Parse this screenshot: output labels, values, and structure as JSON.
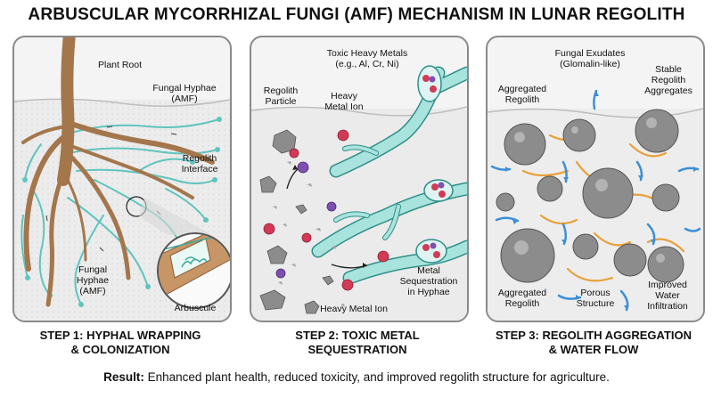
{
  "title": "ARBUSCULAR MYCORRHIZAL FUNGI (AMF) MECHANISM IN LUNAR REGOLITH",
  "panel1": {
    "plant_root": "Plant Root",
    "hyphae_top_1": "Fungal Hyphae",
    "hyphae_top_2": "(AMF)",
    "interface_1": "Regolith",
    "interface_2": "Interface",
    "hyphae_bottom_1": "Fungal",
    "hyphae_bottom_2": "Hyphae",
    "hyphae_bottom_3": "(AMF)",
    "arbuscule": "Arbuscule"
  },
  "panel2": {
    "toxic_1": "Toxic Heavy Metals",
    "toxic_2": "(e.g., Al, Cr, Ni)",
    "particle_1": "Regolith",
    "particle_2": "Particle",
    "ion_1": "Heavy",
    "ion_2": "Metal Ion",
    "seq_1": "Metal",
    "seq_2": "Sequestration",
    "seq_3": "in Hyphae",
    "ion_bottom": "Heavy Metal Ion"
  },
  "panel3": {
    "exudates_1": "Fungal Exudates",
    "exudates_2": "(Glomalin-like)",
    "stable_1": "Stable",
    "stable_2": "Regolith",
    "stable_3": "Aggregates",
    "agg_top_1": "Aggregated",
    "agg_top_2": "Regolith",
    "agg_bot_1": "Aggregated",
    "agg_bot_2": "Regolith",
    "porous_1": "Porous",
    "porous_2": "Structure",
    "water_1": "Improved",
    "water_2": "Water",
    "water_3": "Infiltration"
  },
  "steps": {
    "s1_line1": "STEP 1: HYPHAL WRAPPING",
    "s1_line2": "& COLONIZATION",
    "s2_line1": "STEP 2: TOXIC METAL",
    "s2_line2": "SEQUESTRATION",
    "s3_line1": "STEP 3: REGOLITH AGGREGATION",
    "s3_line2": "& WATER FLOW"
  },
  "result": {
    "label": "Result:",
    "text": "Enhanced plant health, reduced toxicity, and improved regolith structure for agriculture."
  },
  "colors": {
    "root": "#a4764c",
    "hyphae": "#5fc4bd",
    "metal_red": "#d23a55",
    "metal_purple": "#7d4fb0",
    "regolith": "#8c8c8c",
    "glomalin": "#e8a13a",
    "water": "#3d8fd6"
  }
}
